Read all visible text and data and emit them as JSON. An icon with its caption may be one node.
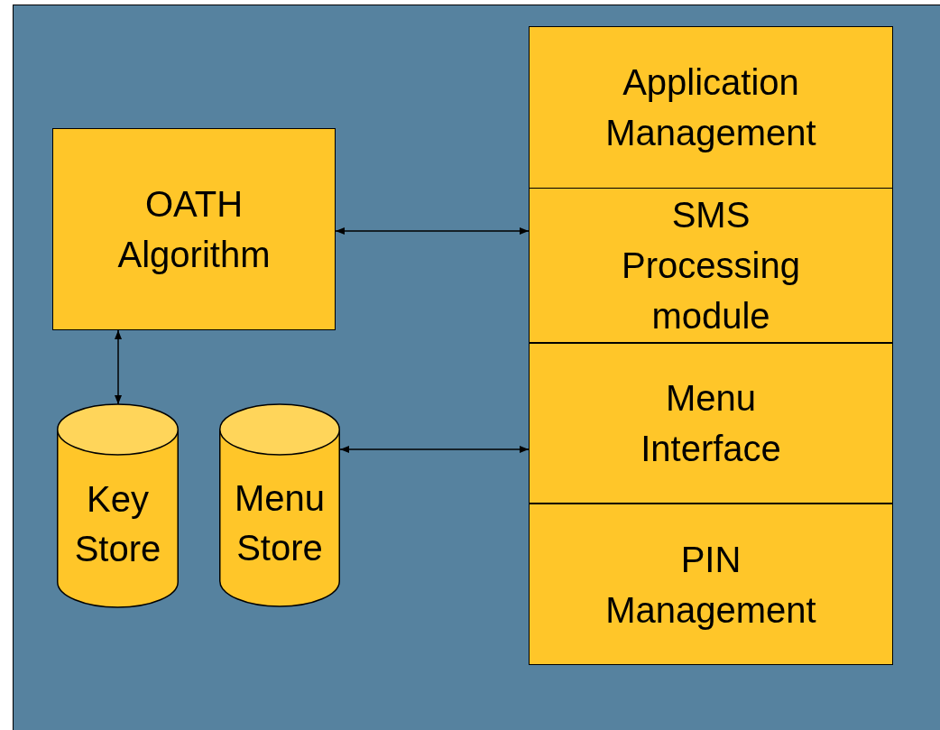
{
  "diagram": {
    "nodes": [
      {
        "text": [
          "OATH Algorithm"
        ]
      },
      {
        "text": [
          "Application Management"
        ]
      },
      {
        "text": [
          "SMS Processing module"
        ]
      },
      {
        "text": [
          "Menu Interface"
        ]
      },
      {
        "text": [
          "PIN Management"
        ]
      },
      {
        "text": [
          "Key Store"
        ]
      },
      {
        "text": [
          "Menu Store"
        ]
      }
    ],
    "edges": [
      {
        "from": 0,
        "to": 2,
        "arrow": "both"
      },
      {
        "from": 0,
        "to": 5,
        "arrow": "both"
      },
      {
        "from": 6,
        "to": 3,
        "arrow": "both"
      }
    ]
  }
}
